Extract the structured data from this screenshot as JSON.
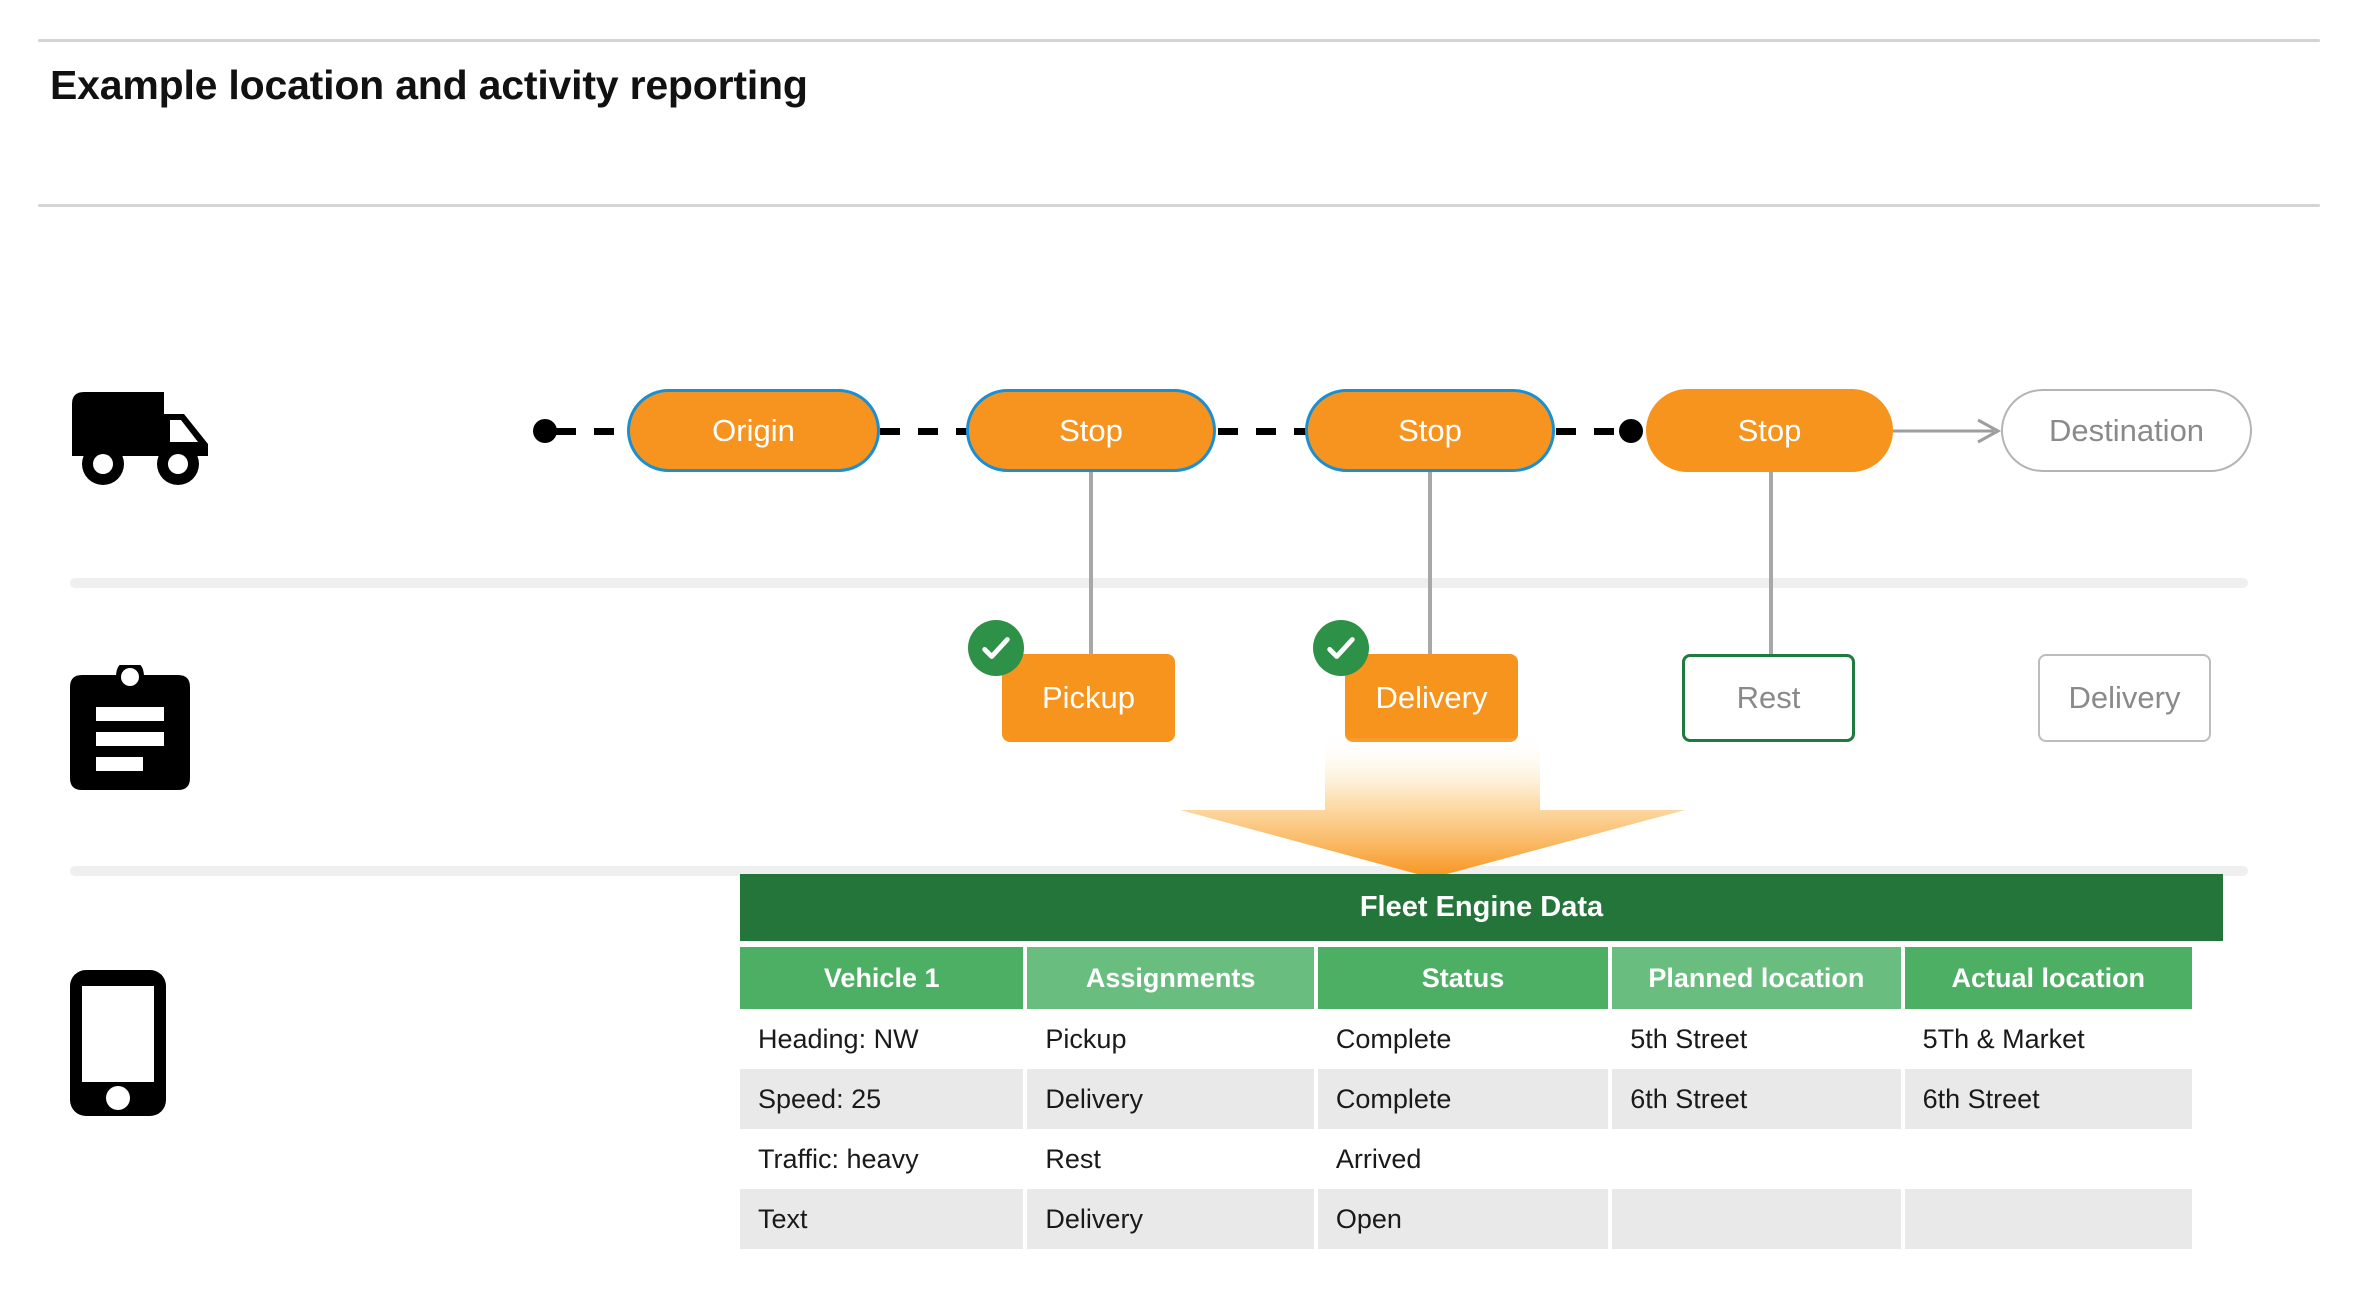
{
  "page": {
    "title": "Example location and activity reporting"
  },
  "rows": {
    "vehicle_icon": "truck-icon",
    "activity_icon": "clipboard-icon",
    "device_icon": "smartphone-icon"
  },
  "route": {
    "stops": [
      {
        "label": "Origin",
        "style": "filled-outlined"
      },
      {
        "label": "Stop",
        "style": "filled-outlined"
      },
      {
        "label": "Stop",
        "style": "filled-outlined"
      },
      {
        "label": "Stop",
        "style": "filled-plain"
      }
    ],
    "destination": {
      "label": "Destination",
      "style": "outline-gray"
    }
  },
  "activities": [
    {
      "label": "Pickup",
      "style": "filled",
      "completed": true
    },
    {
      "label": "Delivery",
      "style": "filled",
      "completed": true
    },
    {
      "label": "Rest",
      "style": "outline-green",
      "completed": false
    },
    {
      "label": "Delivery",
      "style": "outline-gray",
      "completed": false
    }
  ],
  "fleet_table": {
    "title": "Fleet Engine Data",
    "columns": [
      "Vehicle 1",
      "Assignments",
      "Status",
      "Planned location",
      "Actual location"
    ],
    "rows": [
      [
        "Heading: NW",
        "Pickup",
        "Complete",
        "5th Street",
        "5Th & Market"
      ],
      [
        "Speed: 25",
        "Delivery",
        "Complete",
        "6th Street",
        "6th Street"
      ],
      [
        "Traffic: heavy",
        "Rest",
        "Arrived",
        "",
        ""
      ],
      [
        "Text",
        "Delivery",
        "Open",
        "",
        ""
      ]
    ]
  },
  "colors": {
    "orange": "#F7941E",
    "blue_border": "#1a8fd4",
    "green_dark": "#24753a",
    "green_head_a": "#4caf63",
    "green_head_b": "#69bd7f",
    "green_check": "#2e9148",
    "gray_text": "#8a8a8a",
    "row_alt": "#e9e9e9"
  }
}
